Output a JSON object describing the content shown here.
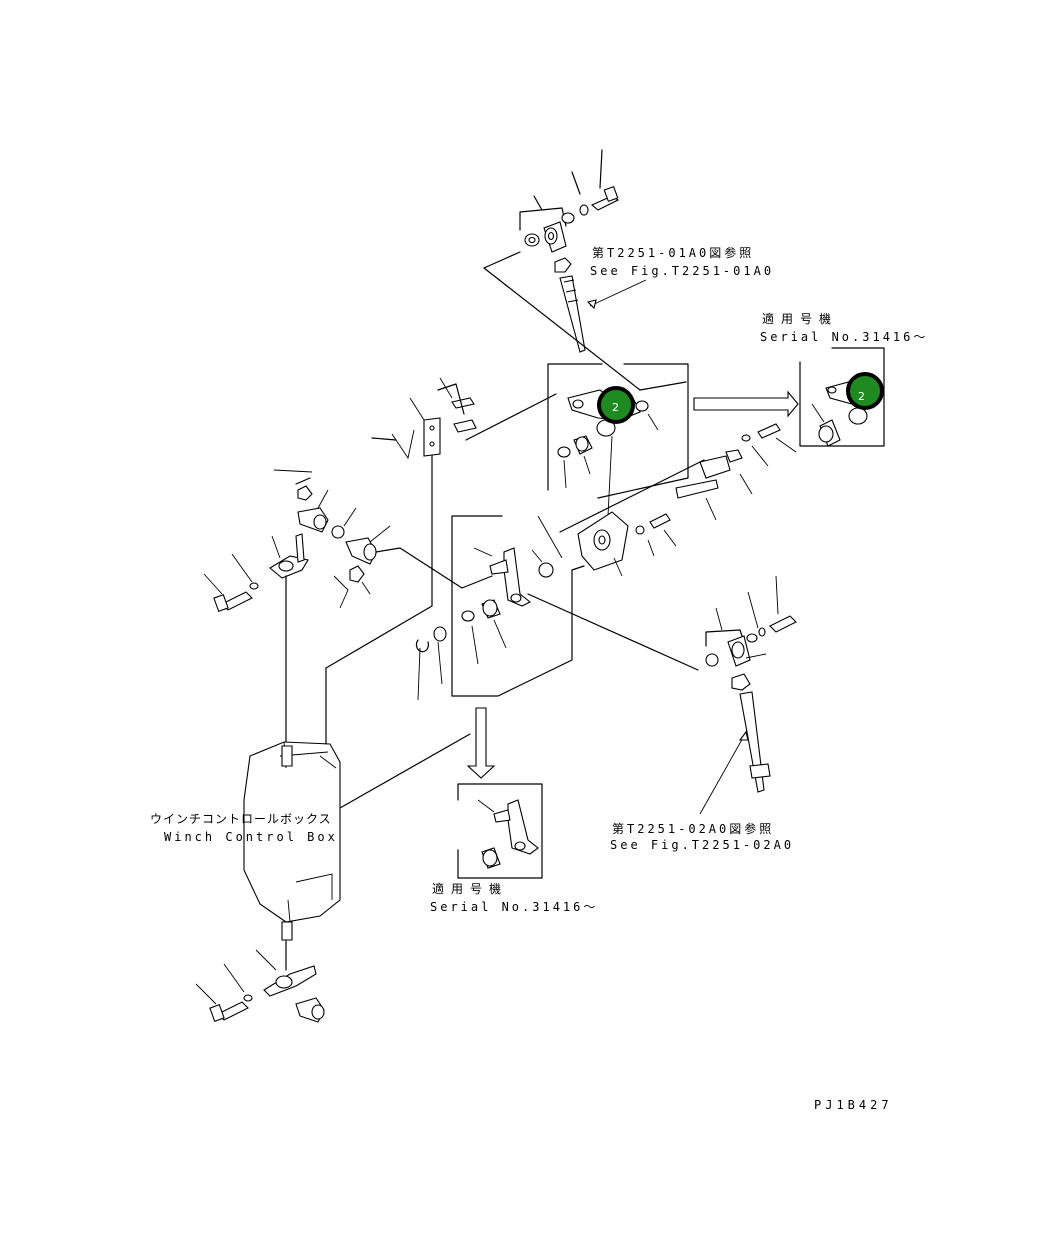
{
  "labels": {
    "ref_top_jp": "第T2251-01A0図参照",
    "ref_top_en": "See Fig.T2251-01A0",
    "serial_right_jp": "適用号機",
    "serial_right_en": "Serial No.31416～",
    "winch_jp": "ウインチコントロールボックス",
    "winch_en": "Winch Control Box",
    "ref_bottom_jp": "第T2251-02A0図参照",
    "ref_bottom_en": "See Fig.T2251-02A0",
    "serial_bottom_jp": "適用号機",
    "serial_bottom_en": "Serial No.31416～",
    "drawing_code": "PJ1B427"
  },
  "callouts": [
    {
      "text": "2"
    },
    {
      "text": "2"
    }
  ],
  "colors": {
    "callout_fill": "#1f8a1f",
    "callout_ring": "#000000"
  }
}
